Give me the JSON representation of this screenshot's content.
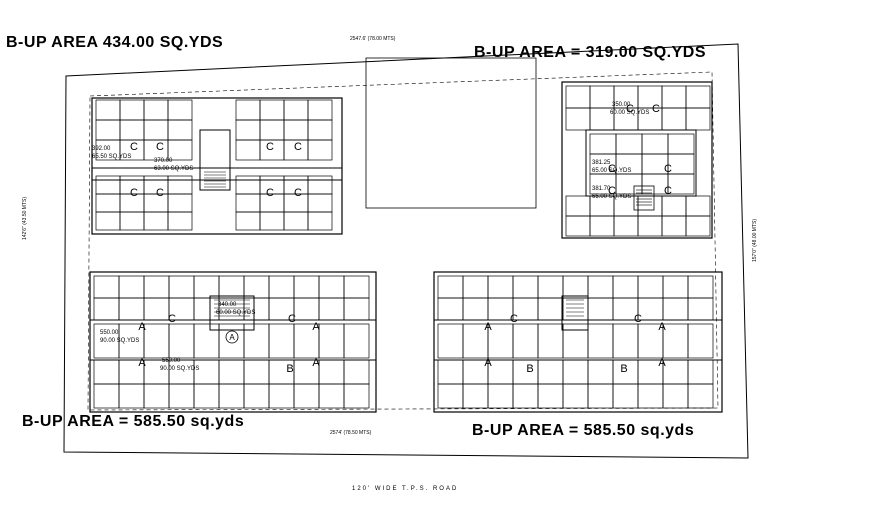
{
  "headings": {
    "top_left": "B-UP AREA 434.00 SQ.YDS",
    "top_right": "B-UP AREA = 319.00 SQ.YDS",
    "bottom_left": "B-UP AREA = 585.50 sq.yds",
    "bottom_right": "B-UP AREA = 585.50 sq.yds"
  },
  "dimensions": {
    "top_edge": "2547.6' (78.00 MTS)",
    "bottom_edge": "2574' (78.50 MTS)",
    "left_edge": "142'6\" (43.50 MTS)",
    "right_edge": "157'0\" (48.00 MTS)"
  },
  "road_label": "120' WIDE T.P.S. ROAD",
  "area_notes": {
    "tl_a": "392.00",
    "tl_a2": "65.50 SQ.YDS",
    "tl_b": "370.00",
    "tl_b2": "63.00 SQ.YDS",
    "tr_a": "350.00",
    "tr_a2": "60.00 SQ.YDS",
    "tr_b": "381.25",
    "tr_b2": "65.00 SQ.YDS",
    "tr_c": "381.70",
    "tr_c2": "65.00 SQ.YDS",
    "bl_a": "340.00",
    "bl_a2": "60.00 SQ.YDS",
    "bl_b": "550.00",
    "bl_b2": "90.00 SQ.YDS",
    "bl_c": "550.00",
    "bl_c2": "90.00 SQ.YDS"
  },
  "unit_letters": {
    "a": "A",
    "b": "B",
    "c": "C"
  }
}
